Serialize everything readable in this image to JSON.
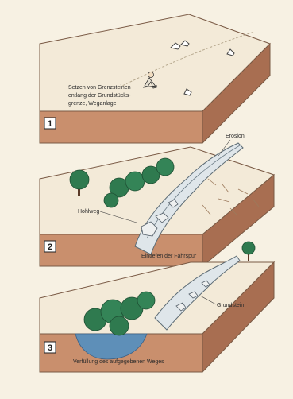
{
  "blocks": [
    {
      "number": "1",
      "caption_lines": [
        "Setzen von Grenzsteinen",
        "entlang der Grundstücks-",
        "grenze, Weganlage"
      ]
    },
    {
      "number": "2",
      "label_hohlweg": "Hohlweg",
      "label_erosion": "Erosion",
      "caption": "Eintiefen der Fahrspur"
    },
    {
      "number": "3",
      "label_grundstein": "Grundstein",
      "caption": "Verfüllung des aufgegebenen Weges"
    }
  ],
  "colors": {
    "background": "#f7f1e3",
    "top_surface": "#f3ead8",
    "soil_front": "#c98f6d",
    "soil_side": "#a86e51",
    "tree": "#2f7a4f",
    "water": "#5e8fb8"
  }
}
